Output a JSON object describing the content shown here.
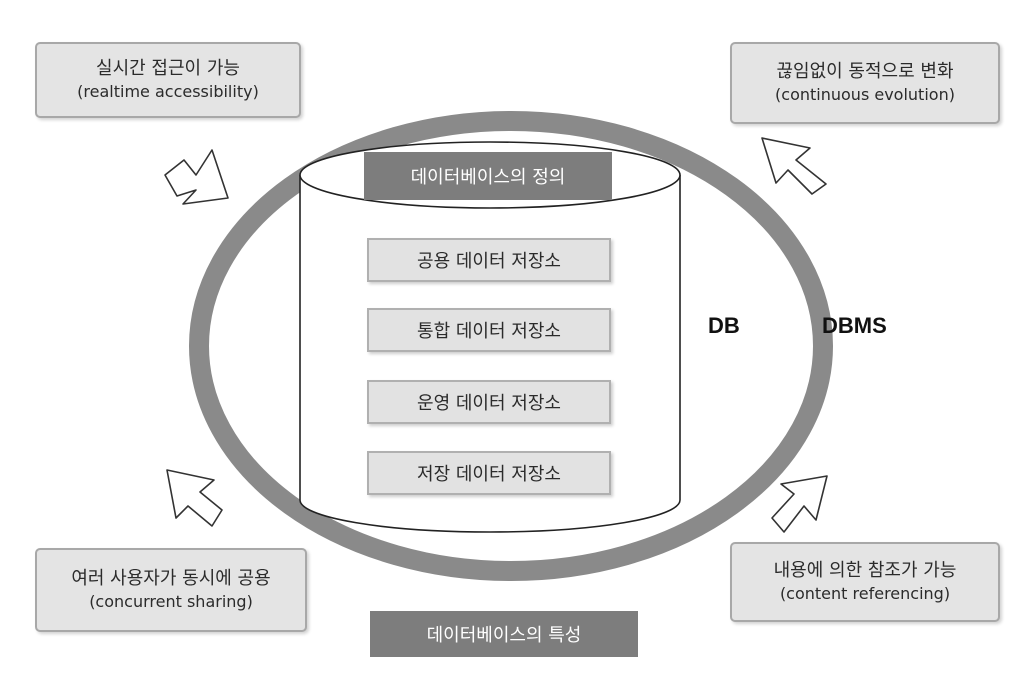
{
  "corners": {
    "top_left": {
      "ko": "실시간 접근이 가능",
      "en": "(realtime accessibility)"
    },
    "top_right": {
      "ko": "끊임없이 동적으로 변화",
      "en": "(continuous evolution)"
    },
    "bottom_left": {
      "ko": "여러 사용자가 동시에 공용",
      "en": "(concurrent sharing)"
    },
    "bottom_right": {
      "ko": "내용에 의한 참조가 가능",
      "en": "(content referencing)"
    }
  },
  "cylinder": {
    "title": "데이터베이스의 정의",
    "items": [
      "공용 데이터 저장소",
      "통합 데이터 저장소",
      "운영 데이터 저장소",
      "저장 데이터 저장소"
    ]
  },
  "labels": {
    "db": "DB",
    "dbms": "DBMS"
  },
  "caption": "데이터베이스의 특성",
  "colors": {
    "ring": "#8a8a8a",
    "box_fill": "#e4e4e4",
    "dark_box": "#7d7d7d"
  }
}
